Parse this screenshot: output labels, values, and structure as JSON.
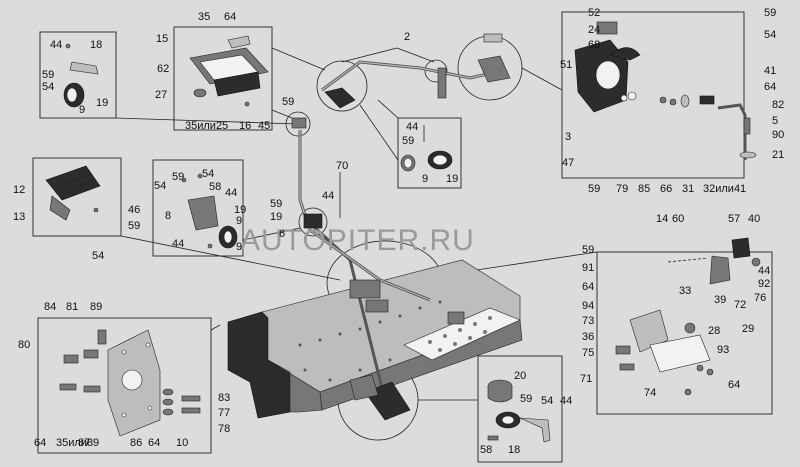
{
  "watermark": "AUTOPITER.RU",
  "labels": [
    {
      "id": "l1",
      "text": "44"
    },
    {
      "id": "l2",
      "text": "18"
    },
    {
      "id": "l3",
      "text": "59"
    },
    {
      "id": "l4",
      "text": "54"
    },
    {
      "id": "l5",
      "text": "19"
    },
    {
      "id": "l6",
      "text": "9"
    },
    {
      "id": "l7",
      "text": "35"
    },
    {
      "id": "l8",
      "text": "64"
    },
    {
      "id": "l9",
      "text": "15"
    },
    {
      "id": "l10",
      "text": "62"
    },
    {
      "id": "l11",
      "text": "27"
    },
    {
      "id": "l12",
      "text": "35или25"
    },
    {
      "id": "l13",
      "text": "16"
    },
    {
      "id": "l14",
      "text": "45"
    },
    {
      "id": "l15",
      "text": "59"
    },
    {
      "id": "l16",
      "text": "2"
    },
    {
      "id": "l17",
      "text": "52"
    },
    {
      "id": "l18",
      "text": "24"
    },
    {
      "id": "l19",
      "text": "59"
    },
    {
      "id": "l20",
      "text": "68"
    },
    {
      "id": "l21",
      "text": "54"
    },
    {
      "id": "l22",
      "text": "51"
    },
    {
      "id": "l23",
      "text": "41"
    },
    {
      "id": "l24",
      "text": "64"
    },
    {
      "id": "l25",
      "text": "82"
    },
    {
      "id": "l26",
      "text": "5"
    },
    {
      "id": "l27",
      "text": "90"
    },
    {
      "id": "l28",
      "text": "21"
    },
    {
      "id": "l29",
      "text": "3"
    },
    {
      "id": "l30",
      "text": "47"
    },
    {
      "id": "l31",
      "text": "59"
    },
    {
      "id": "l32",
      "text": "79"
    },
    {
      "id": "l33",
      "text": "85"
    },
    {
      "id": "l34",
      "text": "66"
    },
    {
      "id": "l35",
      "text": "31"
    },
    {
      "id": "l36",
      "text": "32или41"
    },
    {
      "id": "l37",
      "text": "44"
    },
    {
      "id": "l38",
      "text": "59"
    },
    {
      "id": "l39",
      "text": "9"
    },
    {
      "id": "l40",
      "text": "19"
    },
    {
      "id": "l41",
      "text": "70"
    },
    {
      "id": "l42",
      "text": "12"
    },
    {
      "id": "l43",
      "text": "13"
    },
    {
      "id": "l44",
      "text": "46"
    },
    {
      "id": "l45",
      "text": "59"
    },
    {
      "id": "l46",
      "text": "54"
    },
    {
      "id": "l47",
      "text": "59"
    },
    {
      "id": "l48",
      "text": "54"
    },
    {
      "id": "l49",
      "text": "54"
    },
    {
      "id": "l50",
      "text": "58"
    },
    {
      "id": "l51",
      "text": "44"
    },
    {
      "id": "l52",
      "text": "8"
    },
    {
      "id": "l53",
      "text": "19"
    },
    {
      "id": "l54",
      "text": "44"
    },
    {
      "id": "l55",
      "text": "9"
    },
    {
      "id": "l56",
      "text": "9"
    },
    {
      "id": "l57",
      "text": "44"
    },
    {
      "id": "l58",
      "text": "59"
    },
    {
      "id": "l59",
      "text": "19"
    },
    {
      "id": "l60",
      "text": "6"
    },
    {
      "id": "l61",
      "text": "14"
    },
    {
      "id": "l62",
      "text": "60"
    },
    {
      "id": "l63",
      "text": "57"
    },
    {
      "id": "l64",
      "text": "40"
    },
    {
      "id": "l65",
      "text": "59"
    },
    {
      "id": "l66",
      "text": "44"
    },
    {
      "id": "l67",
      "text": "92"
    },
    {
      "id": "l68",
      "text": "76"
    },
    {
      "id": "l69",
      "text": "91"
    },
    {
      "id": "l70",
      "text": "33"
    },
    {
      "id": "l71",
      "text": "39"
    },
    {
      "id": "l72",
      "text": "72"
    },
    {
      "id": "l73",
      "text": "64"
    },
    {
      "id": "l74",
      "text": "94"
    },
    {
      "id": "l75",
      "text": "29"
    },
    {
      "id": "l76",
      "text": "73"
    },
    {
      "id": "l77",
      "text": "28"
    },
    {
      "id": "l78",
      "text": "36"
    },
    {
      "id": "l79",
      "text": "75"
    },
    {
      "id": "l80",
      "text": "93"
    },
    {
      "id": "l81",
      "text": "71"
    },
    {
      "id": "l82",
      "text": "74"
    },
    {
      "id": "l83",
      "text": "64"
    },
    {
      "id": "l84",
      "text": "84"
    },
    {
      "id": "l85",
      "text": "81"
    },
    {
      "id": "l86",
      "text": "89"
    },
    {
      "id": "l87",
      "text": "80"
    },
    {
      "id": "l88",
      "text": "83"
    },
    {
      "id": "l89",
      "text": "77"
    },
    {
      "id": "l90",
      "text": "78"
    },
    {
      "id": "l91",
      "text": "64"
    },
    {
      "id": "l92",
      "text": "35или89"
    },
    {
      "id": "l93",
      "text": "87"
    },
    {
      "id": "l94",
      "text": "86"
    },
    {
      "id": "l95",
      "text": "64"
    },
    {
      "id": "l96",
      "text": "10"
    },
    {
      "id": "l97",
      "text": "20"
    },
    {
      "id": "l98",
      "text": "59"
    },
    {
      "id": "l99",
      "text": "54"
    },
    {
      "id": "l100",
      "text": "44"
    },
    {
      "id": "l101",
      "text": "58"
    },
    {
      "id": "l102",
      "text": "18"
    }
  ]
}
